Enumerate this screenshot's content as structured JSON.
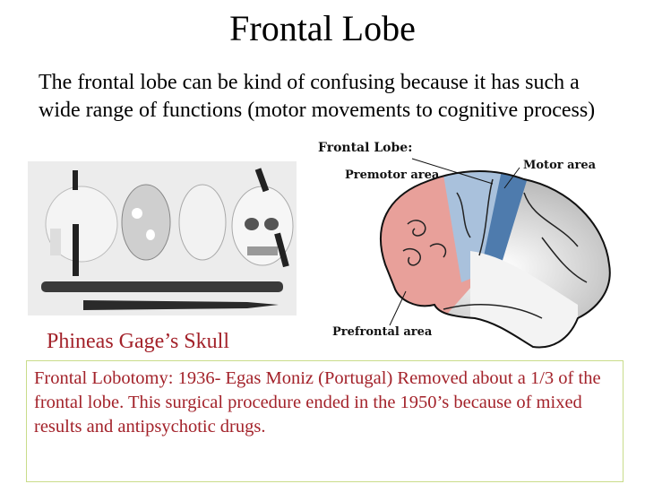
{
  "slide": {
    "title": "Frontal Lobe",
    "intro": "The frontal lobe can be kind of confusing because it has such a wide range of functions (motor movements to cognitive process)",
    "photo": {
      "caption": "Phineas Gage’s Skull",
      "icon": "skull-photo"
    },
    "brain_diagram": {
      "heading": "Frontal Lobe:",
      "labels": {
        "motor": "Motor area",
        "premotor": "Premotor area",
        "prefrontal": "Prefrontal area"
      },
      "colors": {
        "prefrontal": "#e8a09a",
        "premotor": "#a9c1dc",
        "motor": "#4e7bad"
      }
    },
    "lobotomy_box": {
      "text": "Frontal Lobotomy:  1936- Egas Moniz (Portugal) Removed about a 1/3 of the frontal lobe.  This surgical procedure ended in the 1950’s because of mixed results and antipsychotic drugs.",
      "text_color": "#a3222a",
      "border_color": "#c9dc8a"
    }
  }
}
